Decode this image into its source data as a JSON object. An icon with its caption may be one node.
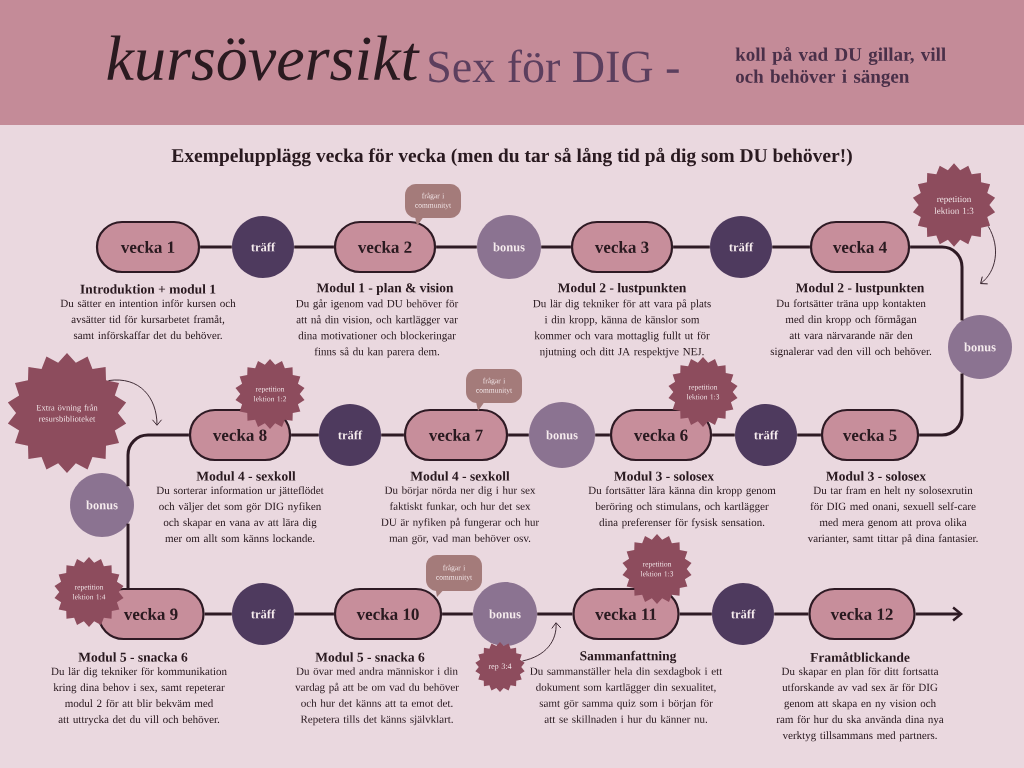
{
  "diagram": {
    "title": "kursöversikt",
    "nodes": [
      {
        "text": [
          "vecka 1"
        ],
        "beside": [
          "Introduktion + modul 1",
          "Du sätter en intention inför kursen och avsätter tid för kursarbetet framåt, samt införskaffar det du behöver."
        ]
      },
      {
        "text": [
          "träff"
        ]
      },
      {
        "text": [
          "frågar i communityt"
        ]
      },
      {
        "text": [
          "vecka 2"
        ],
        "beside": [
          "Modul 1 - plan & vision",
          "Du går igenom vad DU behöver för att nå din vision, och kartlägger var dina motivationer och blockeringar finns så du kan parera dem."
        ]
      },
      {
        "text": [
          "bonus"
        ]
      },
      {
        "text": [
          "vecka 3"
        ],
        "beside": [
          "Modul 2 - lustpunkten",
          "Du lär dig tekniker för att vara på plats i din kropp, känna de känslor som kommer och vara mottaglig fullt ut för njutning och ditt JA respektjve NEJ."
        ]
      },
      {
        "text": [
          "träff"
        ]
      },
      {
        "text": [
          "vecka 4"
        ],
        "beside": [
          "Modul 2 - lustpunkten",
          "Du fortsätter träna upp kontakten med din kropp och förmågan att vara närvarande när den signalerar vad den vill och behöver."
        ]
      },
      {
        "text": [
          "repetition lektion 1:3"
        ]
      },
      {
        "text": [
          "bonus"
        ]
      },
      {
        "text": [
          "vecka 5"
        ],
        "beside": [
          "Modul 3 - solosex",
          "Du tar fram en helt ny solosexrutin för DIG med onani, sexuell self-care med mera genom att prova olika varianter, samt tittar på dina fantasier."
        ]
      },
      {
        "text": [
          "träff"
        ]
      },
      {
        "text": [
          "repetition lektion 1:3"
        ]
      },
      {
        "text": [
          "vecka 6"
        ],
        "beside": [
          "Modul 3 - solosex",
          "Du fortsätter lära känna din kropp genom beröring och stimulans, och kartlägger dina preferenser för fysisk sensation."
        ]
      },
      {
        "text": [
          "bonus"
        ]
      },
      {
        "text": [
          "frågar i communityt"
        ]
      },
      {
        "text": [
          "vecka 7"
        ],
        "beside": [
          "Modul 4 - sexkoll",
          "Du börjar nörda ner dig i hur sex faktiskt funkar, och hur det sex DU är nyfiken på fungerar och hur man gör, vad man behöver osv."
        ]
      },
      {
        "text": [
          "träff"
        ]
      },
      {
        "text": [
          "repetition lektion 1:2"
        ]
      },
      {
        "text": [
          "vecka 8"
        ],
        "beside": [
          "Modul 4 - sexkoll",
          "Du sorterar information ur jätteflödet och väljer det som gör DIG nyfiken och skapar en vana av att lära dig mer om allt som känns lockande."
        ]
      },
      {
        "text": [
          "Extra övning från resursbiblioteket"
        ]
      },
      {
        "text": [
          "bonus"
        ]
      },
      {
        "text": [
          "repetition lektion 1:4"
        ]
      },
      {
        "text": [
          "vecka 9"
        ],
        "beside": [
          "Modul 5 - snacka 6",
          "Du lär dig tekniker för kommunikation kring dina behov i sex, samt repeterar modul 2 för att blir bekväm med att uttrycka det du vill och behöver."
        ]
      },
      {
        "text": [
          "träff"
        ]
      },
      {
        "text": [
          "frågar i communityt"
        ]
      },
      {
        "text": [
          "vecka 10"
        ],
        "beside": [
          "Modul 5 - snacka 6",
          "Du övar med andra människor i din vardag på att be om vad du behöver och hur det känns att ta emot det. Repetera tills det känns självklart."
        ]
      },
      {
        "text": [
          "bonus"
        ]
      },
      {
        "text": [
          "rep 3:4"
        ]
      },
      {
        "text": [
          "repetition lektion 1:3"
        ]
      },
      {
        "text": [
          "vecka 11"
        ],
        "beside": [
          "Sammanfattning",
          "Du sammanställer hela din sexdagbok i ett dokument som kartlägger din sexualitet, samt gör samma quiz som i början för att se skillnaden i hur du känner nu."
        ]
      },
      {
        "text": [
          "träff"
        ]
      },
      {
        "text": [
          "vecka 12"
        ],
        "beside": [
          "Framåtblickande",
          "Du skapar en plan för ditt fortsatta utforskande av vad sex är för DIG genom att skapa en ny vision och ram för hur du ska använda dina nya verktyg tillsammans med partners."
        ]
      }
    ],
    "edges": [
      {
        "from": 0,
        "to": 1,
        "arrow": "none"
      },
      {
        "from": 1,
        "to": 3,
        "arrow": "none"
      },
      {
        "from": 3,
        "to": 4,
        "arrow": "none"
      },
      {
        "from": 4,
        "to": 5,
        "arrow": "none"
      },
      {
        "from": 5,
        "to": 6,
        "arrow": "none"
      },
      {
        "from": 6,
        "to": 7,
        "arrow": "none"
      },
      {
        "from": 7,
        "to": 9,
        "arrow": "none"
      },
      {
        "from": 9,
        "to": 10,
        "arrow": "none"
      },
      {
        "from": 10,
        "to": 11,
        "arrow": "none"
      },
      {
        "from": 11,
        "to": 13,
        "arrow": "none"
      },
      {
        "from": 13,
        "to": 14,
        "arrow": "none"
      },
      {
        "from": 14,
        "to": 16,
        "arrow": "none"
      },
      {
        "from": 16,
        "to": 17,
        "arrow": "none"
      },
      {
        "from": 17,
        "to": 19,
        "arrow": "none"
      },
      {
        "from": 19,
        "to": 21,
        "arrow": "none"
      },
      {
        "from": 21,
        "to": 23,
        "arrow": "none"
      },
      {
        "from": 23,
        "to": 24,
        "arrow": "none"
      },
      {
        "from": 24,
        "to": 26,
        "arrow": "none"
      },
      {
        "from": 26,
        "to": 27,
        "arrow": "none"
      },
      {
        "from": 27,
        "to": 30,
        "arrow": "none"
      },
      {
        "from": 30,
        "to": 31,
        "arrow": "none"
      },
      {
        "from": 31,
        "to": 32,
        "arrow": "none"
      },
      {
        "from": 32,
        "to": null,
        "arrow": "to"
      },
      {
        "from": 8,
        "to": null,
        "arrow": "to"
      },
      {
        "from": 20,
        "to": null,
        "arrow": "to"
      },
      {
        "from": 28,
        "to": null,
        "arrow": "to"
      }
    ],
    "labels": [
      "Sex för DIG -",
      "koll på vad DU gillar, vill och behöver i sängen",
      "Exempelupplägg vecka för vecka (men du tar så lång tid på dig som DU behöver!)"
    ]
  }
}
